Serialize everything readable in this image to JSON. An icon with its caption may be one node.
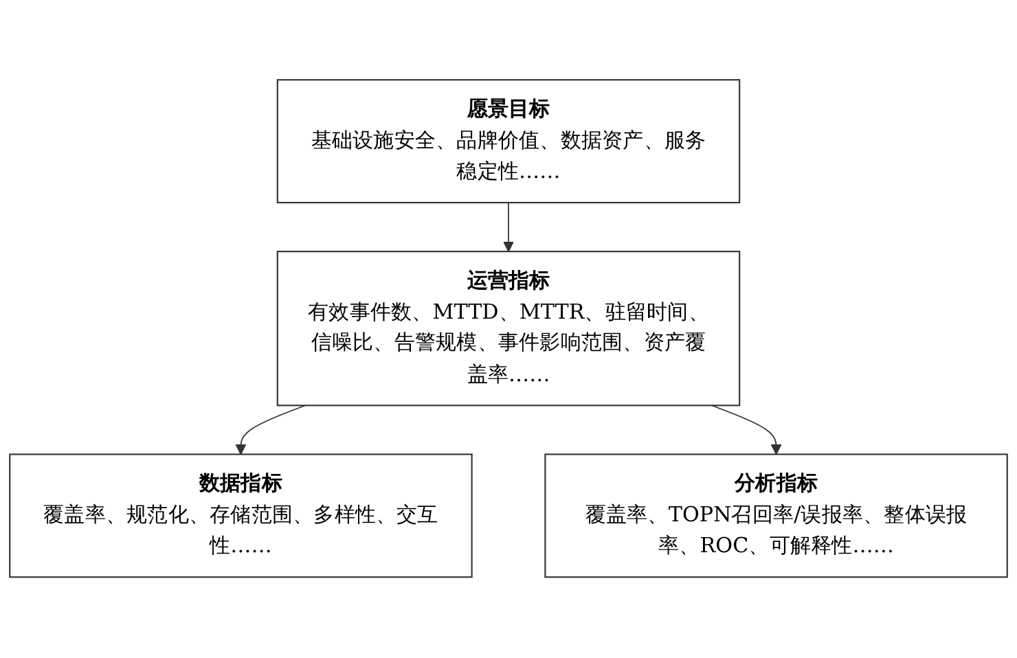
{
  "diagram": {
    "nodes": [
      {
        "text": [
          "愿景目标",
          "基础设施安全、品牌价值、数据资产、服务稳定性……"
        ]
      },
      {
        "text": [
          "运营指标",
          "有效事件数、MTTD、MTTR、驻留时间、信噪比、告警规模、事件影响范围、资产覆盖率……"
        ]
      },
      {
        "text": [
          "数据指标",
          "覆盖率、规范化、存储范围、多样性、交互性……"
        ]
      },
      {
        "text": [
          "分析指标",
          "覆盖率、TOPN召回率/误报率、整体误报率、ROC、可解释性……"
        ]
      }
    ],
    "edges": [
      {
        "from": 0,
        "to": 1,
        "arrow": "to"
      },
      {
        "from": 1,
        "to": 2,
        "arrow": "to"
      },
      {
        "from": 1,
        "to": 3,
        "arrow": "to"
      }
    ]
  }
}
